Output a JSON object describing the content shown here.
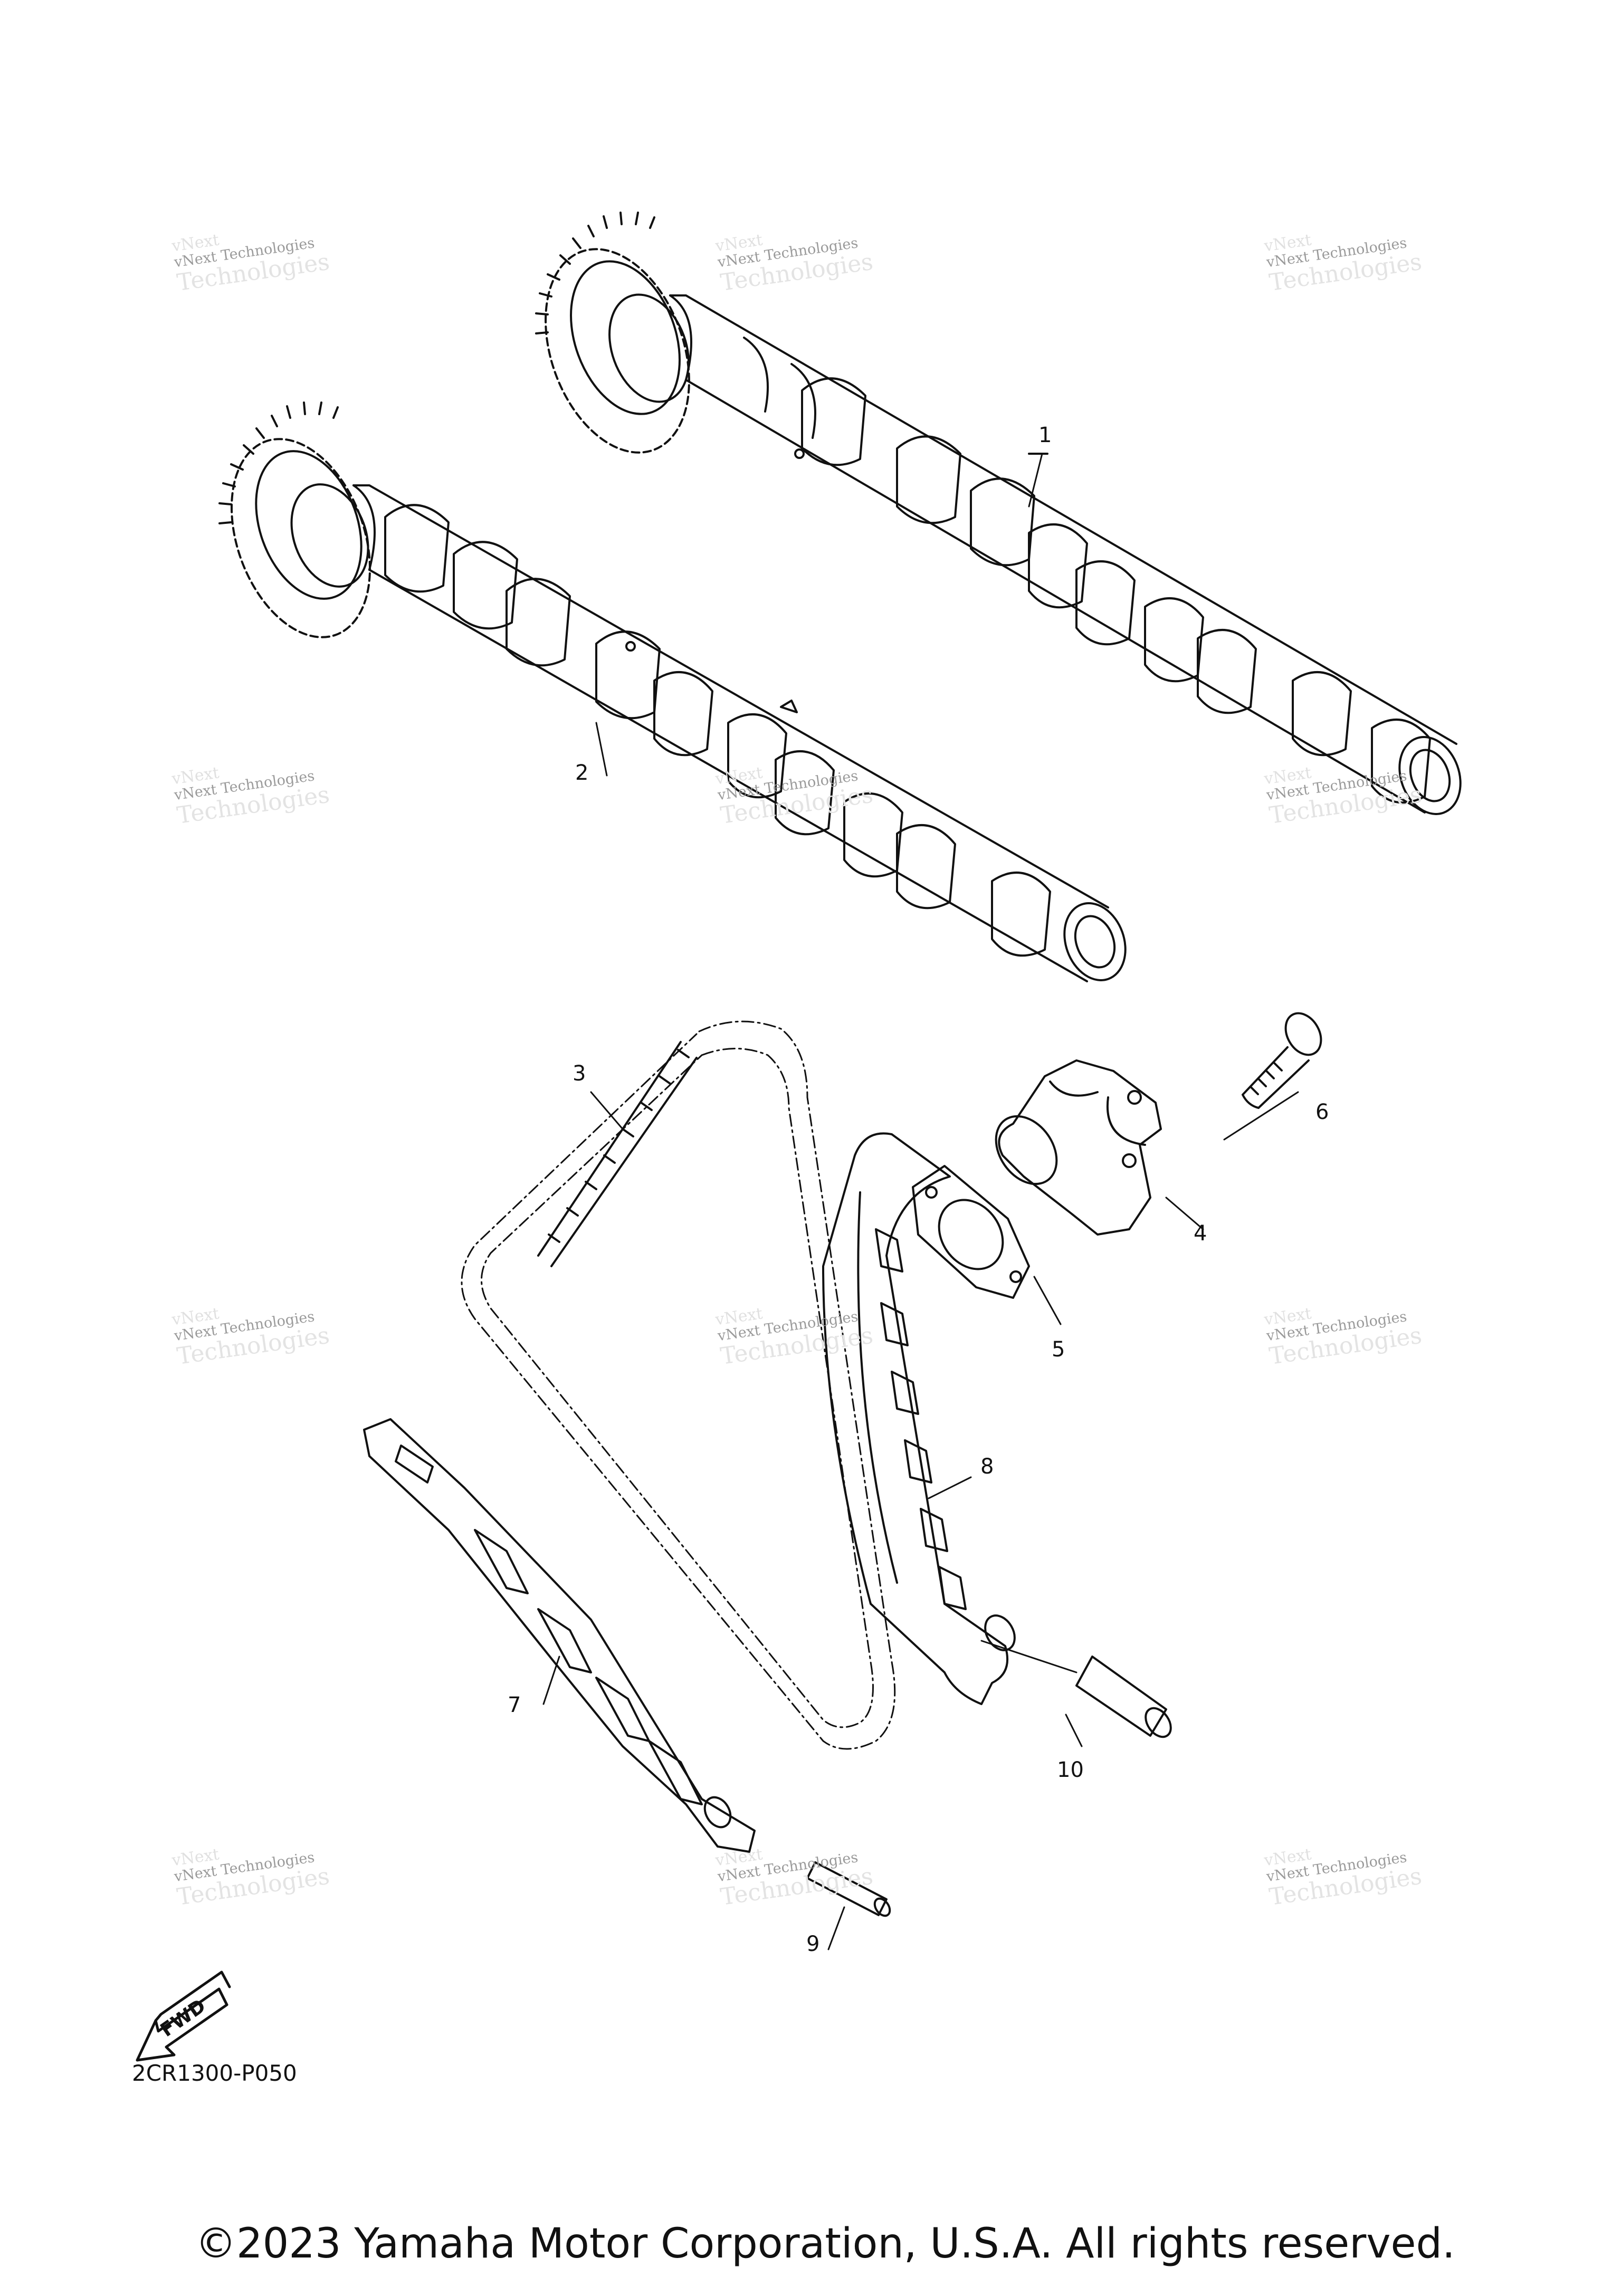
{
  "diagram": {
    "callouts": [
      {
        "num": "1",
        "part": "camshaft-1"
      },
      {
        "num": "2",
        "part": "camshaft-2"
      },
      {
        "num": "3",
        "part": "timing-chain"
      },
      {
        "num": "4",
        "part": "chain-tensioner"
      },
      {
        "num": "5",
        "part": "tensioner-gasket"
      },
      {
        "num": "6",
        "part": "tensioner-bolt"
      },
      {
        "num": "7",
        "part": "chain-guide-left"
      },
      {
        "num": "8",
        "part": "chain-guide-right"
      },
      {
        "num": "9",
        "part": "guide-pin-small"
      },
      {
        "num": "10",
        "part": "guide-pin-large"
      }
    ],
    "fwd_label": "FWD",
    "diagram_code": "2CR1300-P050"
  },
  "watermark": {
    "line_top": "vNext",
    "line_mid": "vNext Technologies",
    "line_bottom": "Technologies"
  },
  "footer": {
    "copyright": "©2023 Yamaha Motor Corporation, U.S.A. All rights reserved."
  },
  "colors": {
    "ink": "#111111",
    "watermark": "#cfcfcf"
  }
}
